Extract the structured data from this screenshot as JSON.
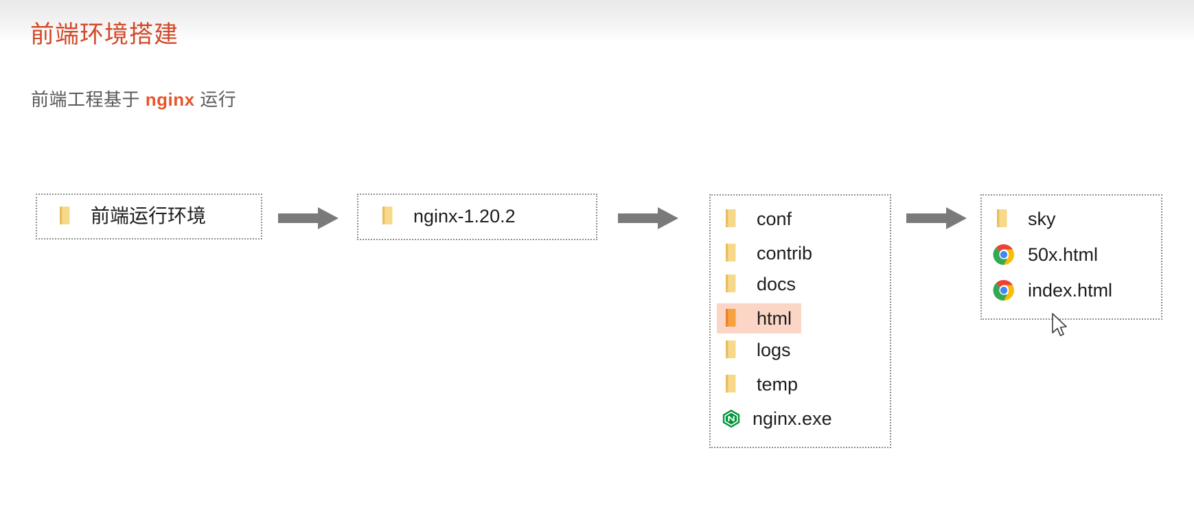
{
  "slide": {
    "title": "前端环境搭建",
    "subtitle_before": "前端工程基于 ",
    "subtitle_highlight": "nginx",
    "subtitle_after": " 运行",
    "title_color": "#d2492a",
    "highlight_color": "#e8542a",
    "body_text_color": "#595959"
  },
  "flow": {
    "arrow_color": "#7a7a7a",
    "box_border_color": "#8d8d8d",
    "highlight_bg": "#fbd6c6",
    "folder_color": "#f5cd75",
    "folder_selected_color": "#f59434",
    "nginx_icon_color": "#009639",
    "boxes": [
      {
        "name": "frontend-runtime-box",
        "items": [
          {
            "icon": "folder-icon",
            "label": "前端运行环境",
            "selected": false
          }
        ]
      },
      {
        "name": "nginx-version-box",
        "items": [
          {
            "icon": "folder-icon",
            "label": "nginx-1.20.2",
            "selected": false
          }
        ]
      },
      {
        "name": "nginx-directory-box",
        "items": [
          {
            "icon": "folder-icon",
            "label": "conf",
            "selected": false
          },
          {
            "icon": "folder-icon",
            "label": "contrib",
            "selected": false
          },
          {
            "icon": "folder-icon",
            "label": "docs",
            "selected": false
          },
          {
            "icon": "folder-icon",
            "label": "html",
            "selected": true
          },
          {
            "icon": "folder-icon",
            "label": "logs",
            "selected": false
          },
          {
            "icon": "folder-icon",
            "label": "temp",
            "selected": false
          },
          {
            "icon": "nginx-exe-icon",
            "label": "nginx.exe",
            "selected": false
          }
        ]
      },
      {
        "name": "html-directory-box",
        "items": [
          {
            "icon": "folder-icon",
            "label": "sky",
            "selected": false
          },
          {
            "icon": "chrome-icon",
            "label": "50x.html",
            "selected": false
          },
          {
            "icon": "chrome-icon",
            "label": "index.html",
            "selected": false
          }
        ]
      }
    ],
    "arrows": [
      {
        "name": "arrow-env-to-nginx"
      },
      {
        "name": "arrow-nginx-to-dir"
      },
      {
        "name": "arrow-dir-to-html"
      }
    ]
  },
  "cursor": {
    "name": "mouse-pointer"
  }
}
